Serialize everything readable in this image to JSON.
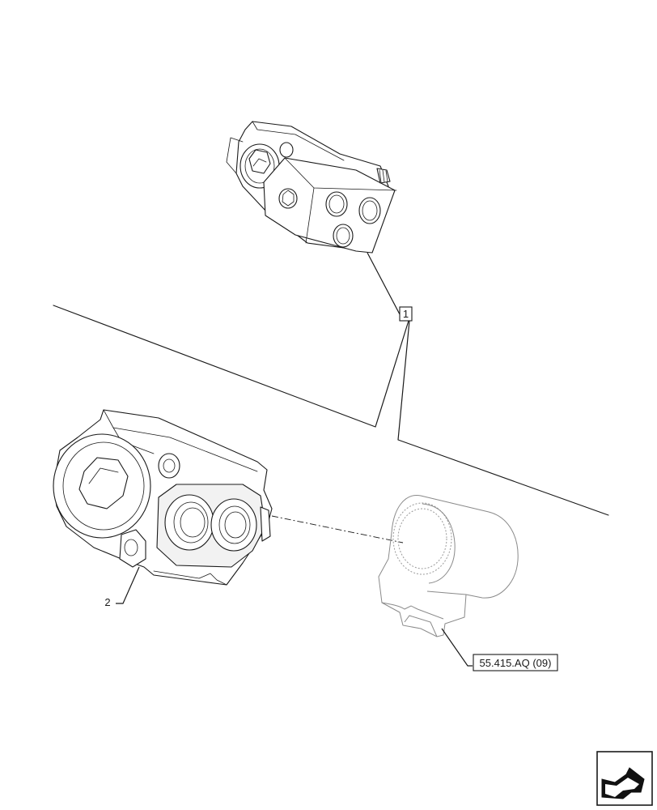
{
  "callouts": {
    "item_1": "1",
    "item_2": "2",
    "reference": "55.415.AQ (09)"
  },
  "icons": {
    "nav_arrow": "arrow-icon"
  },
  "colors": {
    "line": "#1a1a1a",
    "ghost_part": "#9a9a9a",
    "background": "#ffffff"
  }
}
